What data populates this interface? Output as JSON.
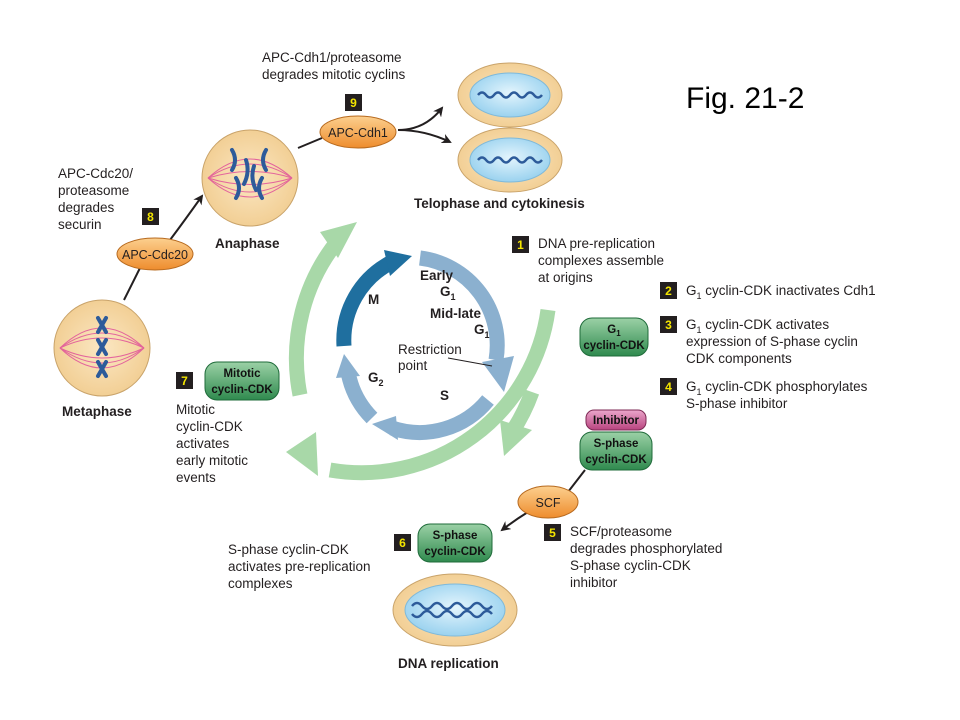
{
  "figure_label": "Fig. 21-2",
  "cell_labels": {
    "metaphase": "Metaphase",
    "anaphase": "Anaphase",
    "telophase": "Telophase and cytokinesis",
    "dna_replication": "DNA replication"
  },
  "cycle_labels": {
    "m": "M",
    "early": "Early",
    "g1_top": "G",
    "g1_top_sub": "1",
    "midlate": "Mid-late",
    "g1_mid": "G",
    "g1_mid_sub": "1",
    "restriction_1": "Restriction",
    "restriction_2": "point",
    "g2": "G",
    "g2_sub": "2",
    "s": "S"
  },
  "enzymes": {
    "apc_cdc20": "APC-Cdc20",
    "apc_cdh1": "APC-Cdh1",
    "scf": "SCF"
  },
  "complexes": {
    "g1_cdk_1": "G",
    "g1_cdk_1_sub": "1",
    "g1_cdk_2": "cyclin-CDK",
    "inhibitor": "Inhibitor",
    "sphase_top_1": "S-phase",
    "sphase_top_2": "cyclin-CDK",
    "sphase_bottom_1": "S-phase",
    "sphase_bottom_2": "cyclin-CDK",
    "mitotic_1": "Mitotic",
    "mitotic_2": "cyclin-CDK"
  },
  "steps": {
    "s1": {
      "num": "1",
      "lines": [
        "DNA pre-replication",
        "complexes assemble",
        "at origins"
      ]
    },
    "s2": {
      "num": "2",
      "pre": "G",
      "sub": "1",
      "post": " cyclin-CDK inactivates Cdh1"
    },
    "s3": {
      "num": "3",
      "pre": "G",
      "sub": "1",
      "post": " cyclin-CDK activates",
      "lines": [
        "expression of S-phase cyclin",
        "CDK components"
      ]
    },
    "s4": {
      "num": "4",
      "pre": "G",
      "sub": "1",
      "post": " cyclin-CDK phosphorylates",
      "lines": [
        "S-phase inhibitor"
      ]
    },
    "s5": {
      "num": "5",
      "lines": [
        "SCF/proteasome",
        "degrades phosphorylated",
        "S-phase cyclin-CDK",
        "inhibitor"
      ]
    },
    "s6": {
      "num": "6",
      "lines": [
        "S-phase cyclin-CDK",
        "activates pre-replication",
        "complexes"
      ]
    },
    "s7": {
      "num": "7",
      "lines": [
        "Mitotic",
        "cyclin-CDK",
        "activates",
        "early mitotic",
        "events"
      ]
    },
    "s8": {
      "num": "8",
      "lines": [
        "APC-Cdc20/",
        "proteasome",
        "degrades",
        "securin"
      ]
    },
    "s9": {
      "num": "9",
      "lines": [
        "APC-Cdh1/proteasome",
        "degrades mitotic cyclins"
      ]
    }
  },
  "colors": {
    "outer_ring": "#a8d8a8",
    "inner_ring_light": "#8bb0cf",
    "inner_ring_dark": "#1f6f9f",
    "enzyme_fill": "#f7a64a",
    "complex_green": "#3f9a5c",
    "inhibitor": "#c2548d",
    "number_box": "#231f20",
    "number_text": "#f3e500",
    "cell_fill": "#f9ddb0",
    "nucleus_fill": "#bfe3f6",
    "chromosome": "#2d5b9a",
    "spindle": "#e0509a"
  }
}
